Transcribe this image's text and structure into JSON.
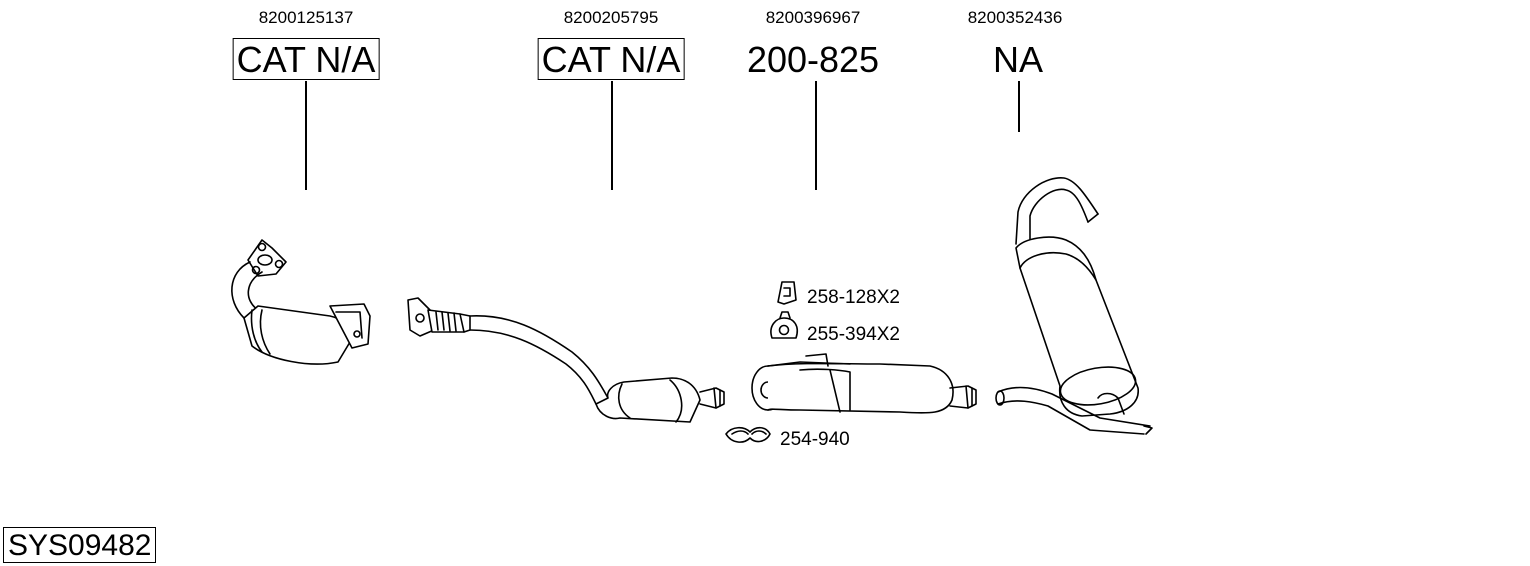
{
  "parts": [
    {
      "ref": "8200125137",
      "code": "CAT N/A",
      "boxed": true
    },
    {
      "ref": "8200205795",
      "code": "CAT N/A",
      "boxed": true
    },
    {
      "ref": "8200396967",
      "code": "200-825",
      "boxed": false
    },
    {
      "ref": "8200352436",
      "code": "NA",
      "boxed": false
    }
  ],
  "accessories": [
    {
      "label": "258-128X2",
      "icon": "rubber-hanger-icon"
    },
    {
      "label": "255-394X2",
      "icon": "mounting-ring-icon"
    },
    {
      "label": "254-940",
      "icon": "clamp-icon"
    }
  ],
  "system_code": "SYS09482"
}
